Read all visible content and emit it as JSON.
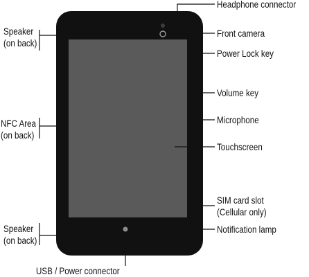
{
  "colors": {
    "device_body": "#111111",
    "screen": "#5a5a5a",
    "leader_line": "#111111",
    "camera_ring": "#9a9a9a",
    "sensor_dot": "#3c3c3c",
    "notification_lamp": "#8c8c8c",
    "label_text": "#111111",
    "background": "#ffffff"
  },
  "labels": {
    "headphone_connector": "Headphone connector",
    "front_camera": "Front camera",
    "power_lock_key": "Power Lock key",
    "volume_key": "Volume key",
    "microphone": "Microphone",
    "touchscreen": "Touchscreen",
    "sim_card_slot": {
      "line1": "SIM card slot",
      "line2": "(Cellular only)"
    },
    "notification_lamp": "Notification lamp",
    "speaker_top": {
      "line1": "Speaker",
      "line2": "(on back)"
    },
    "nfc_area": {
      "line1": "NFC Area",
      "line2": "(on back)"
    },
    "speaker_bottom": {
      "line1": "Speaker",
      "line2": "(on back)"
    },
    "usb_power_connector": "USB / Power connector"
  }
}
